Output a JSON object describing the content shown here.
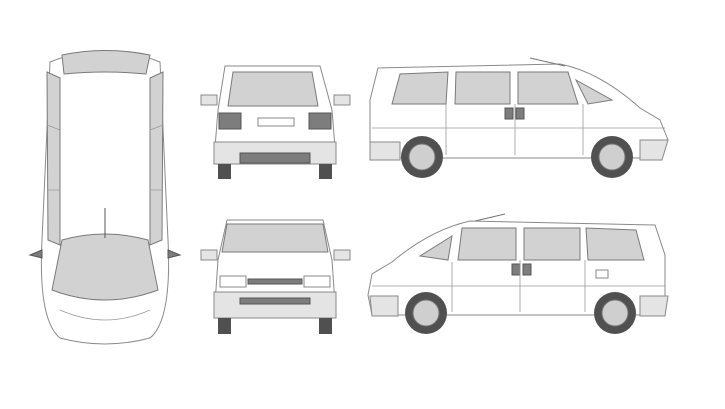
{
  "colors": {
    "body": "#ffffff",
    "outline": "#8a8a8a",
    "glass": "#d2d2d2",
    "tire": "#505050",
    "rim": "#cfcfcf",
    "trim": "#e4e4e4"
  },
  "views": [
    "top",
    "rear",
    "front",
    "side-right",
    "side-left"
  ]
}
